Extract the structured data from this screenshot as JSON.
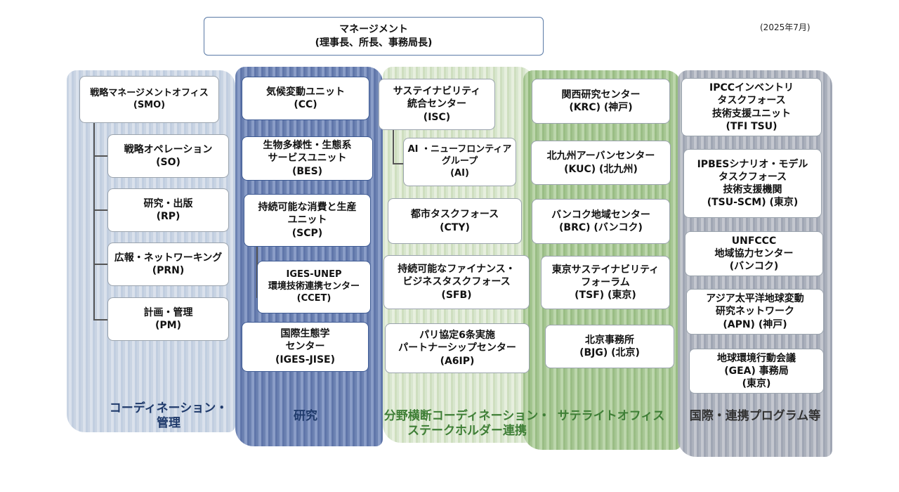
{
  "date": "(2025年7月)",
  "management": "マネージメント\n(理事長、所長、事務局長)",
  "col1": {
    "head": "戦略マネージメントオフィス\n(SMO)",
    "items": [
      "戦略オペレーション\n(SO)",
      "研究・出版\n(RP)",
      "広報・ネットワーキング\n(PRN)",
      "計画・管理\n(PM)"
    ]
  },
  "col2": {
    "items": [
      "気候変動ユニット\n(CC)",
      "生物多様性・生態系\nサービスユニット\n(BES)",
      "持続可能な消費と生産\nユニット\n(SCP)"
    ],
    "sub": "IGES-UNEP\n環境技術連携センター\n(CCET)",
    "last": "国際生態学\nセンター\n(IGES-JISE)"
  },
  "col3": {
    "head": "サステイナビリティ\n統合センター\n(ISC)",
    "sub": "AI ・ニューフロンティア\nグループ\n(AI)",
    "items": [
      "都市タスクフォース\n(CTY)",
      "持続可能なファイナンス・\nビジネスタスクフォース\n(SFB)",
      "パリ協定6条実施\nパートナーシップセンター\n(A6IP)"
    ]
  },
  "col4": {
    "items": [
      "関西研究センター\n(KRC) (神戸)",
      "北九州アーバンセンター\n(KUC) (北九州)",
      "バンコク地域センター\n(BRC) (バンコク)",
      "東京サステイナビリティ\nフォーラム\n(TSF) (東京)",
      "北京事務所\n(BJG) (北京)"
    ]
  },
  "col5": {
    "items": [
      "IPCCインベントリ\nタスクフォース\n技術支援ユニット\n(TFI TSU)",
      "IPBESシナリオ・モデル\nタスクフォース\n技術支援機関\n(TSU-SCM) (東京)",
      "UNFCCC\n地域協力センター\n(バンコク)",
      "アジア太平洋地球変動\n研究ネットワーク\n(APN) (神戸)",
      "地球環境行動会議\n(GEA) 事務局\n(東京)"
    ]
  },
  "categories": {
    "c1": "コーディネーション・\n管理",
    "c2": "研究",
    "c3": "分野横断コーディネーション・\nステークホルダー連携",
    "c4": "サテライトオフィス",
    "c5": "国際・連携プログラム等"
  },
  "colors": {
    "cat_dark": "#1f3a6b",
    "cat_green": "#3f7f36",
    "cat_gray": "#333333"
  }
}
